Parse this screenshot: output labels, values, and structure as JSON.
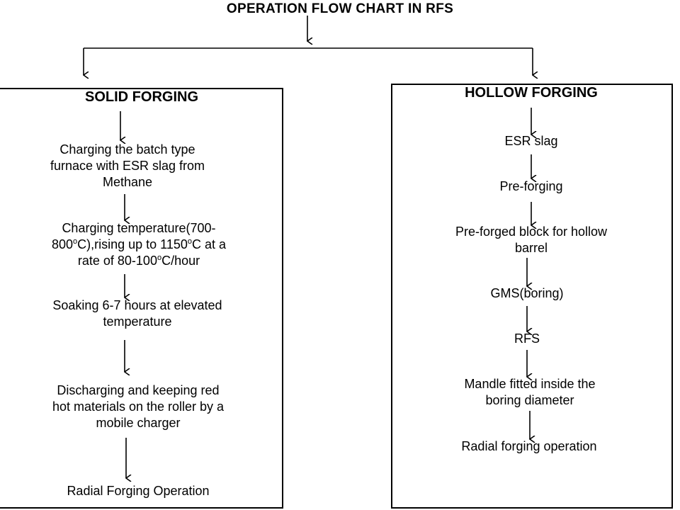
{
  "title": "OPERATION FLOW CHART IN RFS",
  "solid": {
    "heading": "SOLID FORGING",
    "steps": [
      {
        "lines": [
          "Charging the batch type",
          "furnace with ESR slag from",
          "Methane"
        ]
      },
      {
        "line1_a": "Charging temperature(700-",
        "line2_a": "800",
        "deg": "o",
        "line2_b": "C),rising up to 1150",
        "line2_c": "C at a",
        "line3_a": "rate of 80-100",
        "line3_b": "C/hour"
      },
      {
        "lines": [
          "Soaking 6-7 hours at elevated",
          "temperature"
        ]
      },
      {
        "lines": [
          "Discharging and keeping red",
          "hot materials on the roller by a",
          "mobile charger"
        ]
      },
      {
        "lines": [
          "Radial Forging Operation"
        ]
      }
    ]
  },
  "hollow": {
    "heading": "HOLLOW FORGING",
    "steps": [
      {
        "lines": [
          "ESR slag"
        ]
      },
      {
        "lines": [
          "Pre-forging"
        ]
      },
      {
        "lines": [
          "Pre-forged block for hollow",
          "barrel"
        ]
      },
      {
        "lines": [
          "GMS(boring)"
        ]
      },
      {
        "lines": [
          "RFS"
        ]
      },
      {
        "lines": [
          "Mandle fitted inside the",
          "boring diameter"
        ]
      },
      {
        "lines": [
          "Radial forging operation"
        ]
      }
    ]
  }
}
